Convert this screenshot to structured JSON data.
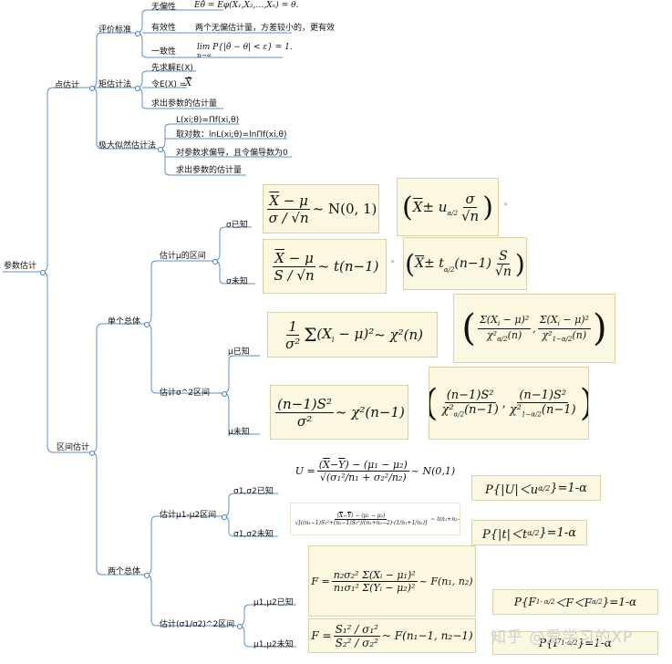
{
  "root": "参数估计",
  "point": {
    "label": "点估计",
    "criteria": {
      "label": "评价标准",
      "unbiased": {
        "label": "无偏性",
        "formula": "Eθ̂ = Eφ(X₁,X₂,…,Xₙ) = θ."
      },
      "efficient": {
        "label": "有效性",
        "desc": "两个无偏估计量，方差较小的，更有效"
      },
      "consistent": {
        "label": "一致性",
        "formula": "lim P{|θ̂ − θ| < ε} = 1."
      }
    },
    "moment": {
      "label": "矩估计法",
      "s1": "先求解E(X)",
      "s2": "令E(X) =",
      "s2_sym": "X̄",
      "s3": "求出参数的估计量"
    },
    "mle": {
      "label": "极大似然估计法",
      "s0": "L(xi;θ)=Πf(xi,θ)",
      "s1": "取对数：lnL(xi;θ)=lnΠf(xi,θ)",
      "s2": "对参数求偏导，且令偏导数为0",
      "s3": "求出参数的估计量"
    }
  },
  "interval": {
    "label": "区间估计",
    "single": {
      "label": "单个总体",
      "mu": {
        "label": "估计μ的区间",
        "known": {
          "label": "σ已知",
          "stat": "~ N(0, 1)",
          "ci_op": "± u"
        },
        "unknown": {
          "label": "σ未知",
          "stat": "~ t(n−1)",
          "ci_op": "± t",
          "ci_df": "(n−1)"
        }
      },
      "sigma": {
        "label": "估计σ^2区间",
        "known": {
          "label": "μ已知",
          "stat": "~ χ²(n)"
        },
        "unknown": {
          "label": "μ未知",
          "stat": "~ χ²(n−1)"
        }
      }
    },
    "two": {
      "label": "两个总体",
      "diff": {
        "label": "估计μ1-μ2区间",
        "known": {
          "label": "σ1,σ2已知",
          "prob": "P{|U|＜u",
          "prob_sub": "α/2",
          "prob_tail": "}=1-α"
        },
        "unknown": {
          "label": "σ1,σ2未知",
          "prob": "P{|t|＜t",
          "prob_sub": "α/2",
          "prob_tail": "}=1-α"
        }
      },
      "ratio": {
        "label": "估计(σ1/σ2)^2区间",
        "known": {
          "label": "μ1,μ2已知",
          "prob": "P{F",
          "prob_sub1": "1- α/2",
          "prob_mid": "＜F＜F",
          "prob_sub2": "α/2",
          "prob_tail": "}=1-α"
        },
        "unknown": {
          "label": "μ1,μ2未知",
          "stat": "~ F(n₁−1, n₂−1)",
          "prob": "P{F",
          "prob_sub": "1-α/2",
          "prob_tail": "}=1-α"
        }
      }
    }
  },
  "watermark": "知乎 @爱学习的XP"
}
